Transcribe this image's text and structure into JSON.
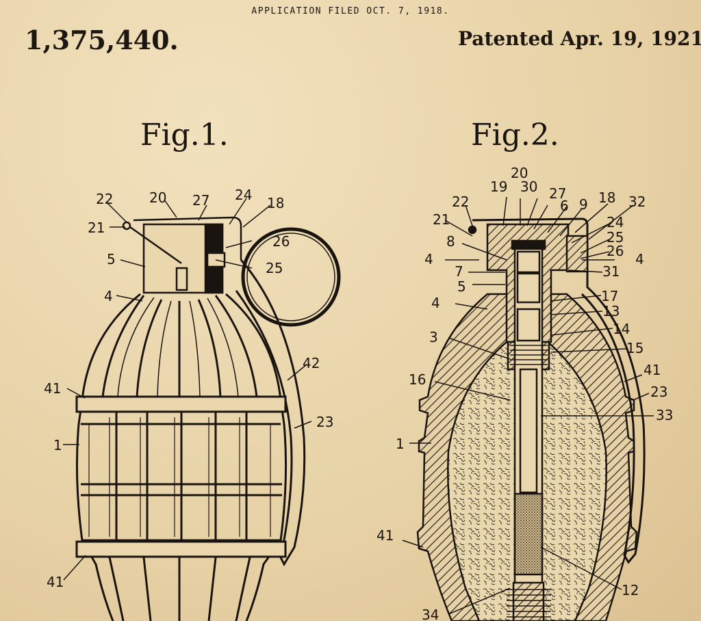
{
  "header": {
    "application_filed": "APPLICATION FILED OCT. 7, 1918.",
    "patent_number": "1,375,440.",
    "patented_date": "Patented Apr. 19, 1921"
  },
  "figures": [
    {
      "title": "Fig.1.",
      "labels": [
        "22",
        "20",
        "27",
        "24",
        "18",
        "21",
        "26",
        "5",
        "25",
        "4",
        "42",
        "41",
        "23",
        "1",
        "41"
      ]
    },
    {
      "title": "Fig.2.",
      "labels": [
        "20",
        "19",
        "30",
        "27",
        "6",
        "9",
        "18",
        "32",
        "22",
        "21",
        "24",
        "8",
        "25",
        "26",
        "4",
        "4",
        "7",
        "31",
        "5",
        "4",
        "17",
        "13",
        "14",
        "3",
        "15",
        "16",
        "41",
        "23",
        "33",
        "1",
        "41",
        "12",
        "34"
      ]
    }
  ],
  "colors": {
    "paper": "#ebd8b0",
    "ink": "#1a1410"
  }
}
